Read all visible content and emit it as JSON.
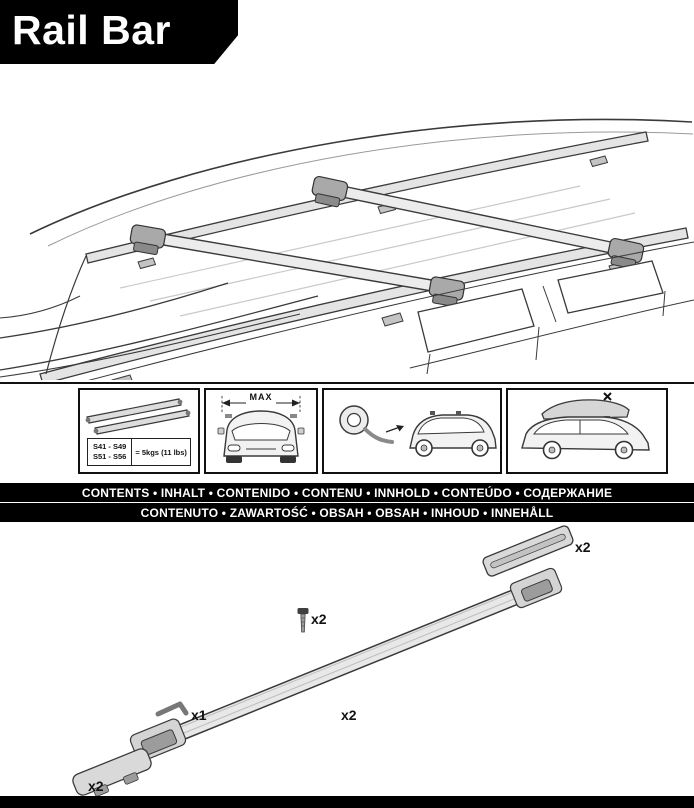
{
  "header": {
    "title": "Rail Bar"
  },
  "spec_box": {
    "models_row1": "S41 - S49",
    "models_row2": "S51 - S56",
    "weight": "= 5kgs (11 lbs)"
  },
  "max_box": {
    "label": "MAX"
  },
  "contents_banner": {
    "line1": "CONTENTS • INHALT • CONTENIDO • CONTENU • INNHOLD • CONTEÚDO • СОДЕРЖАНИЕ",
    "line2": "CONTENUTO • ZAWARTOŚĆ • OBSAH • OBSAH • INHOUD • INNEHÅLL"
  },
  "parts": {
    "cover_qty": "x2",
    "bolt_qty": "x2",
    "allen_key_qty": "x1",
    "bar_qty": "x2",
    "end_support_qty": "x2"
  },
  "illustrations": {
    "hero": "car-roof-with-rail-bars",
    "panel_1": "rail-bars-icon",
    "panel_2": "car-front-max-width-icon",
    "panel_3": "strip-roll-and-car-icon",
    "panel_4": "car-with-roof-box-icon"
  },
  "colors": {
    "banner_bg": "#000000",
    "banner_text": "#ffffff",
    "line_art": "#3a3a3a",
    "fill_light": "#e8e8e8",
    "fill_mid": "#cfcfcf"
  }
}
